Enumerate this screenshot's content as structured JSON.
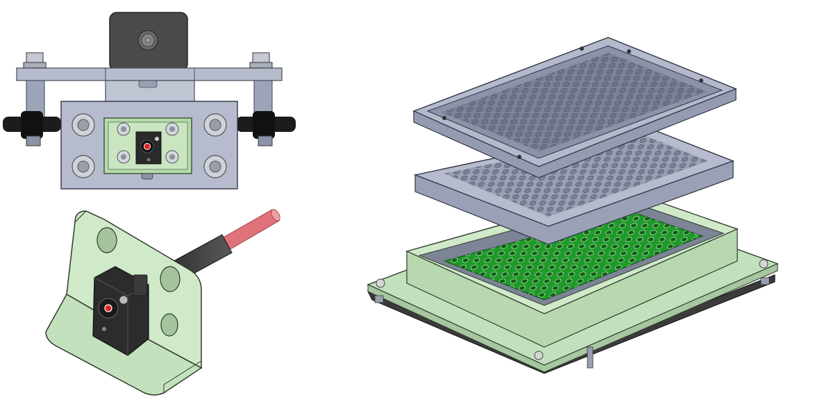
{
  "figure": {
    "panels": [
      {
        "id": "front-view",
        "description": ""
      },
      {
        "id": "bracket-iso",
        "description": ""
      },
      {
        "id": "tray-exploded",
        "description": ""
      }
    ],
    "colors": {
      "background": "#ffffff",
      "steel": "#b4b9cc",
      "steel_dark": "#7d8296",
      "plate": "#a7aec3",
      "mint": "#cfe9c9",
      "mint_dark": "#8fb58a",
      "board_green": "#1f9a2a",
      "black": "#1c1c1c",
      "cable_pink": "#e06b70",
      "dark_block": "#3c3c3c"
    },
    "text": []
  }
}
